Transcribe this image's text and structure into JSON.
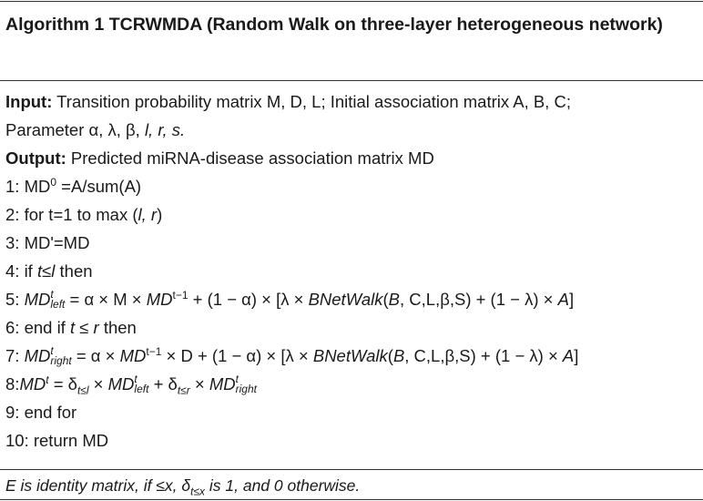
{
  "algorithm": {
    "title": "Algorithm 1 TCRWMDA (Random Walk on three-layer heterogeneous network)",
    "input_label": "Input:",
    "input_text_1": " Transition probability matrix M, D, L; Initial association matrix A, B, C;",
    "input_text_2": "Parameter α, λ, β, ",
    "input_text_2_italic": "l, r, s.",
    "output_label": "Output:",
    "output_text": " Predicted miRNA-disease association matrix MD",
    "step1_a": "1: MD",
    "step1_sup": "0",
    "step1_b": " =A/sum(A)",
    "step2_a": "2: for t=1 to max (",
    "step2_it": "l, r",
    "step2_b": ")",
    "step3": "3: MD'=MD",
    "step4_a": "4: if ",
    "step4_it": "t≤l",
    "step4_b": " then",
    "step5_a": "5: ",
    "step5_md": "MD",
    "step5_sup": "t",
    "step5_sub": "left",
    "step5_b": " = α × M × ",
    "step5_md2": "MD",
    "step5_sup2": "t−1",
    "step5_c": " + (1 − α) × [λ × ",
    "step5_bnw": "BNetWalk",
    "step5_d": "(",
    "step5_bvar": "B",
    "step5_e": ", C,L,β,S) + (1 − λ) × ",
    "step5_avar": "A",
    "step5_f": "]",
    "step6_a": "6: end if ",
    "step6_it": "t ≤ r",
    "step6_b": " then",
    "step7_a": "7: ",
    "step7_md": "MD",
    "step7_sup": "t",
    "step7_sub": "right",
    "step7_b": " = α × ",
    "step7_md2": "MD",
    "step7_sup2": "t−1",
    "step7_c": " × D + (1 − α) × [λ × ",
    "step7_bnw": "BNetWalk",
    "step7_d": "(",
    "step7_bvar": "B",
    "step7_e": ", C,L,β,S) + (1 − λ) × ",
    "step7_avar": "A",
    "step7_f": "]",
    "step8_a": "8:",
    "step8_md": "MD",
    "step8_sup": "t",
    "step8_b": " = δ",
    "step8_sub1": "t≤l",
    "step8_c": " × ",
    "step8_md2": "MD",
    "step8_sup2": "t",
    "step8_sub2": "left",
    "step8_d": " + δ",
    "step8_sub3": "t≤r",
    "step8_e": " × ",
    "step8_md3": "MD",
    "step8_sup3": "t",
    "step8_sub4": "right",
    "step9": "9: end for",
    "step10": "10: return MD",
    "footnote_a": "E is identity matrix, if ≤x, δ",
    "footnote_sub": "t≤x",
    "footnote_b": " is 1, and 0 otherwise."
  }
}
